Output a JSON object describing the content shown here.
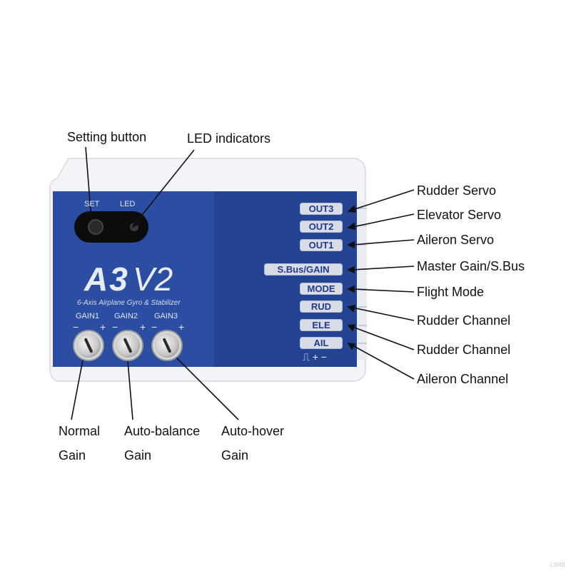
{
  "device": {
    "model": "A3",
    "version": "V2",
    "subtitle": "6-Axis Airplane Gyro & Stabilizer",
    "set_label": "SET",
    "led_label": "LED",
    "gain_labels": [
      "GAIN1",
      "GAIN2",
      "GAIN3"
    ],
    "minus_symbol": "−",
    "plus_symbol": "+",
    "pwm_legend": "⎍ + −",
    "ports": [
      {
        "label": "OUT3"
      },
      {
        "label": "OUT2"
      },
      {
        "label": "OUT1"
      },
      {
        "label": "S.Bus/GAIN"
      },
      {
        "label": "MODE"
      },
      {
        "label": "RUD"
      },
      {
        "label": "ELE"
      },
      {
        "label": "AIL"
      }
    ],
    "colors": {
      "body": "#2a4a9c",
      "body_dark": "#1f3c87",
      "case": "#f1f3f6",
      "port_label": "#d7dce7"
    }
  },
  "callouts": {
    "setting_button": "Setting  button",
    "led_indicators": "LED indicators",
    "rudder_servo": "Rudder Servo",
    "elevator_servo": "Elevator Servo",
    "aileron_servo": "Aileron Servo",
    "master_gain": "Master Gain/S.Bus",
    "flight_mode": "Flight Mode",
    "rudder_channel_1": "Rudder Channel",
    "rudder_channel_2": "Rudder Channel",
    "aileron_channel": "Aileron Channel",
    "normal_gain_1": "Normal",
    "normal_gain_2": "Gain",
    "auto_balance_1": "Auto-balance",
    "auto_balance_2": "Gain",
    "auto_hover_1": "Auto-hover",
    "auto_hover_2": "Gain"
  },
  "watermark": "LSRB"
}
